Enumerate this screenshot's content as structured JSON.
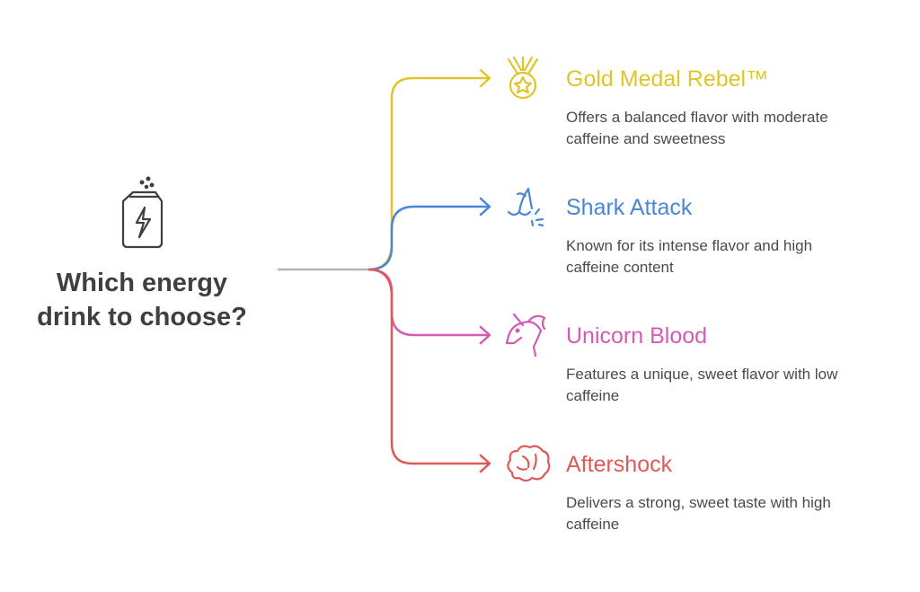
{
  "question": {
    "lines": [
      "Which energy",
      "drink to choose?"
    ],
    "icon": "energy-drink-can-icon"
  },
  "options": [
    {
      "title": "Gold Medal Rebel™",
      "desc_lines": [
        "Offers a balanced flavor with moderate",
        "caffeine and sweetness"
      ],
      "color": "#dfc52b",
      "icon": "gold-medal-icon"
    },
    {
      "title": "Shark Attack",
      "desc_lines": [
        "Known for its intense flavor and high",
        "caffeine content"
      ],
      "color": "#4a86d6",
      "icon": "shark-icon"
    },
    {
      "title": "Unicorn Blood",
      "desc_lines": [
        "Features a unique, sweet flavor with low",
        "caffeine"
      ],
      "color": "#d45ab3",
      "icon": "unicorn-icon"
    },
    {
      "title": "Aftershock",
      "desc_lines": [
        "Delivers a strong, sweet taste with high",
        "caffeine"
      ],
      "color": "#de5a57",
      "icon": "brain-explosion-icon"
    }
  ],
  "stem_color": "#b4b4b4",
  "text_color": "#3f3f3f"
}
